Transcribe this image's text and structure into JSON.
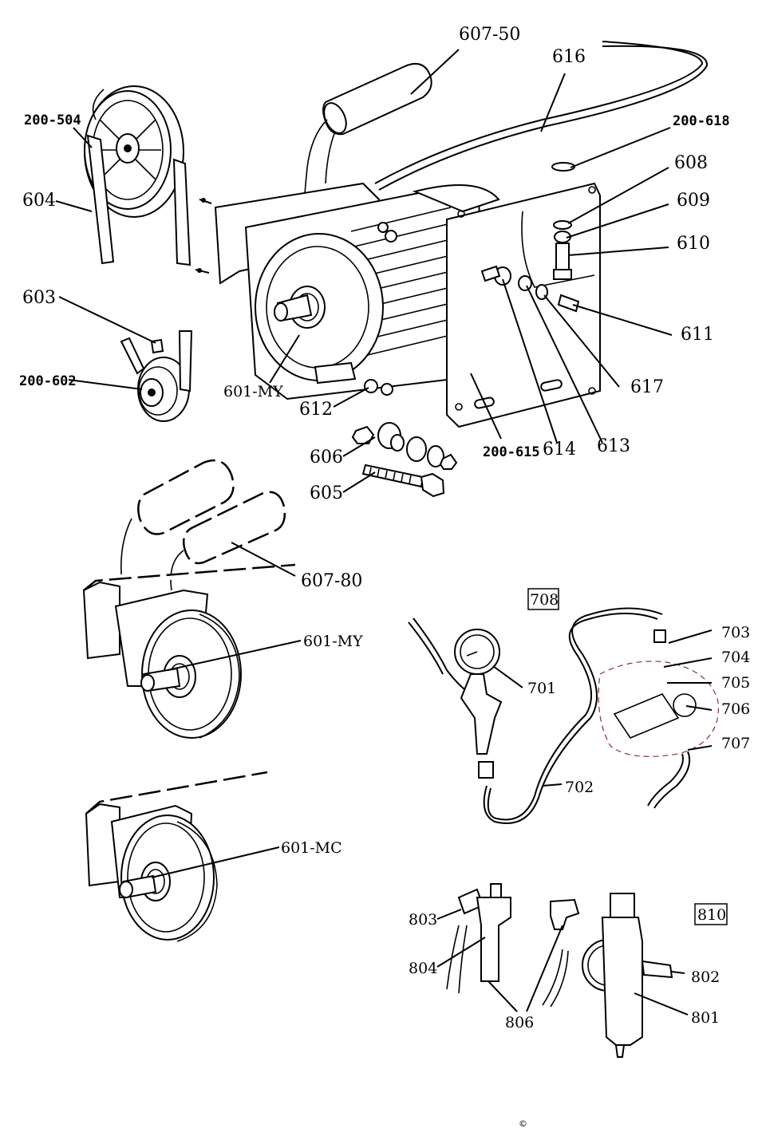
{
  "labels": {
    "p607_50": "607-50",
    "p616": "616",
    "p200_504": "200-504",
    "p200_618": "200-618",
    "p608": "608",
    "p604": "604",
    "p609": "609",
    "p610": "610",
    "p603": "603",
    "p611": "611",
    "p200_602": "200-602",
    "p601_my_top": "601-MY",
    "p617": "617",
    "p612": "612",
    "p613": "613",
    "p614": "614",
    "p200_615": "200-615",
    "p606": "606",
    "p605": "605",
    "p607_80": "607-80",
    "p601_my_mid": "601-MY",
    "p708": "708",
    "p703": "703",
    "p704": "704",
    "p705": "705",
    "p701": "701",
    "p706": "706",
    "p707": "707",
    "p702": "702",
    "p601_mc": "601-MC",
    "p810": "810",
    "p803": "803",
    "p802": "802",
    "p804": "804",
    "p801": "801",
    "p806": "806"
  },
  "footer": {
    "copyright": "©"
  }
}
